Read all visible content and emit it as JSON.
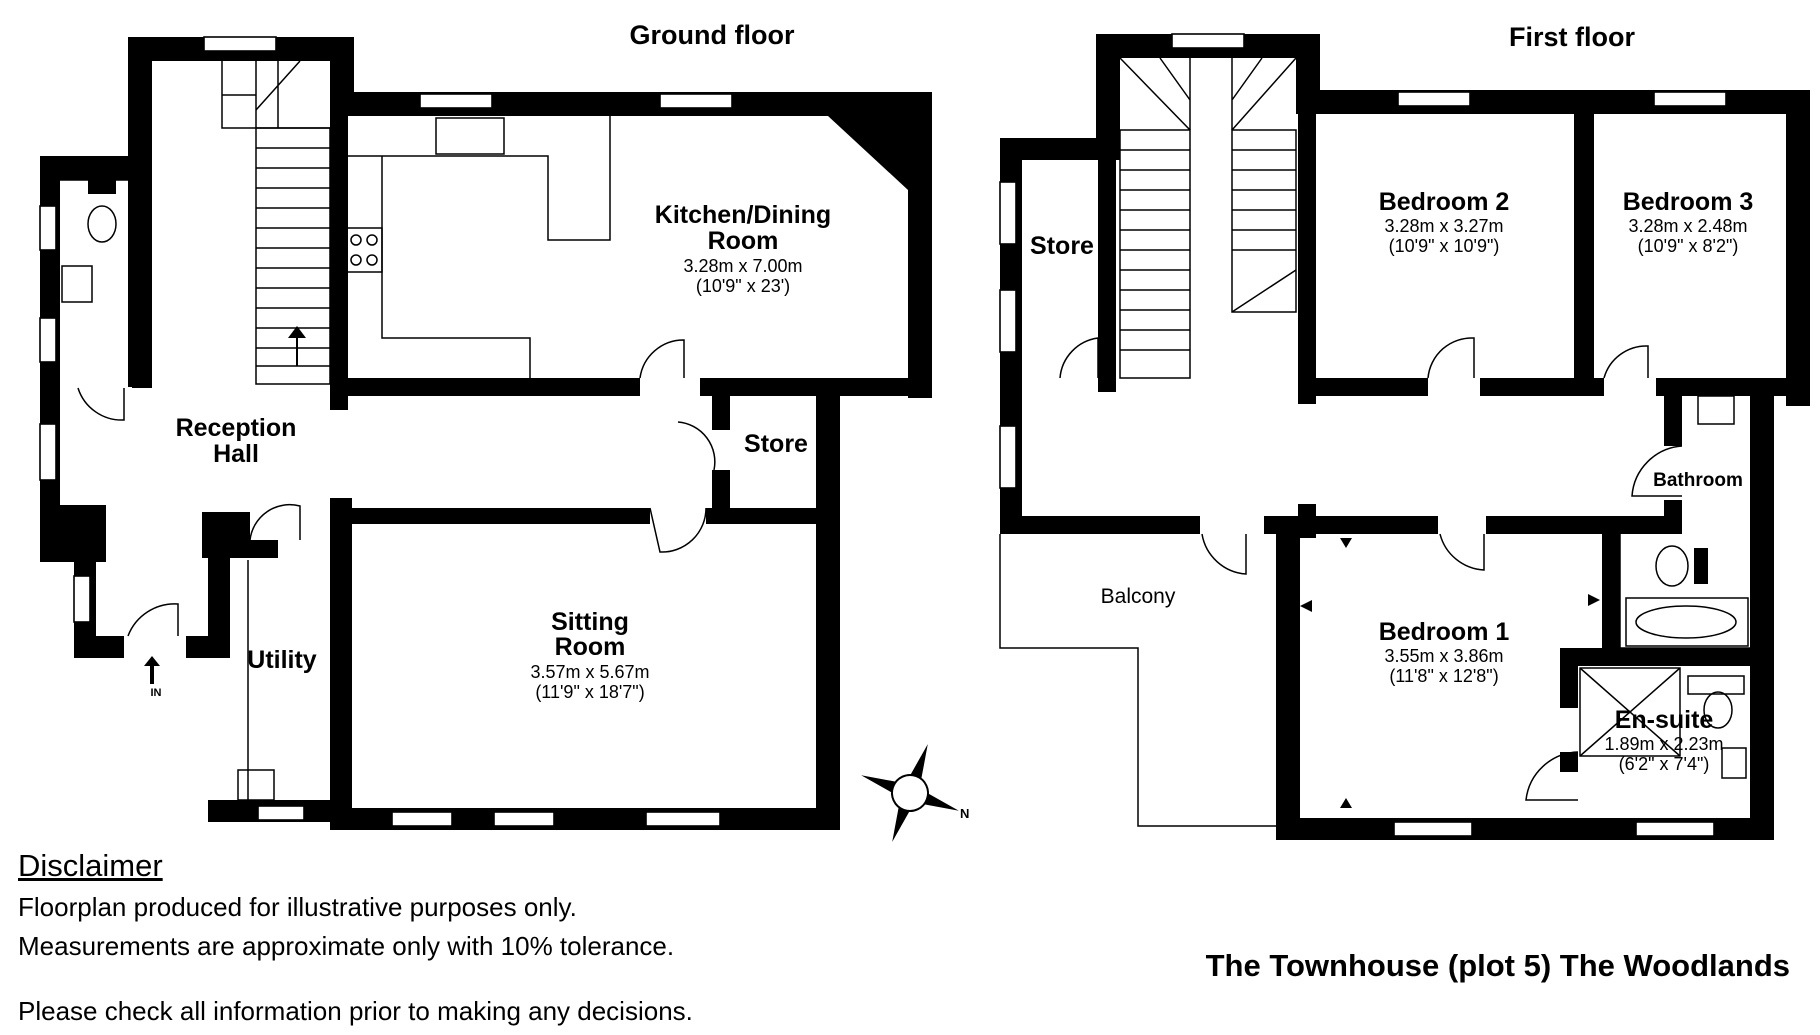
{
  "ground_floor": {
    "title": "Ground floor",
    "reception": {
      "line1": "Reception",
      "line2": "Hall"
    },
    "kitchen": {
      "line1": "Kitchen/Dining",
      "line2": "Room",
      "dim_m": "3.28m x 7.00m",
      "dim_ft": "(10'9\" x 23')"
    },
    "store": "Store",
    "utility": "Utility",
    "sitting": {
      "line1": "Sitting",
      "line2": "Room",
      "dim_m": "3.57m x 5.67m",
      "dim_ft": "(11'9\" x 18'7\")"
    },
    "entrance": "IN"
  },
  "first_floor": {
    "title": "First floor",
    "store": "Store",
    "bedroom2": {
      "name": "Bedroom 2",
      "dim_m": "3.28m x 3.27m",
      "dim_ft": "(10'9\" x 10'9\")"
    },
    "bedroom3": {
      "name": "Bedroom 3",
      "dim_m": "3.28m x 2.48m",
      "dim_ft": "(10'9\" x 8'2\")"
    },
    "bathroom": "Bathroom",
    "balcony": "Balcony",
    "bedroom1": {
      "name": "Bedroom 1",
      "dim_m": "3.55m x 3.86m",
      "dim_ft": "(11'8\" x 12'8\")"
    },
    "ensuite": {
      "name": "En-suite",
      "dim_m": "1.89m x 2.23m",
      "dim_ft": "(6'2\" x 7'4\")"
    }
  },
  "compass": {
    "label": "N"
  },
  "disclaimer": {
    "heading": "Disclaimer",
    "line1": "Floorplan produced for illustrative purposes only.",
    "line2": "Measurements are approximate only with 10% tolerance.",
    "line3": "Please check all information prior to making any decisions."
  },
  "property_title": "The Townhouse (plot 5) The Woodlands"
}
